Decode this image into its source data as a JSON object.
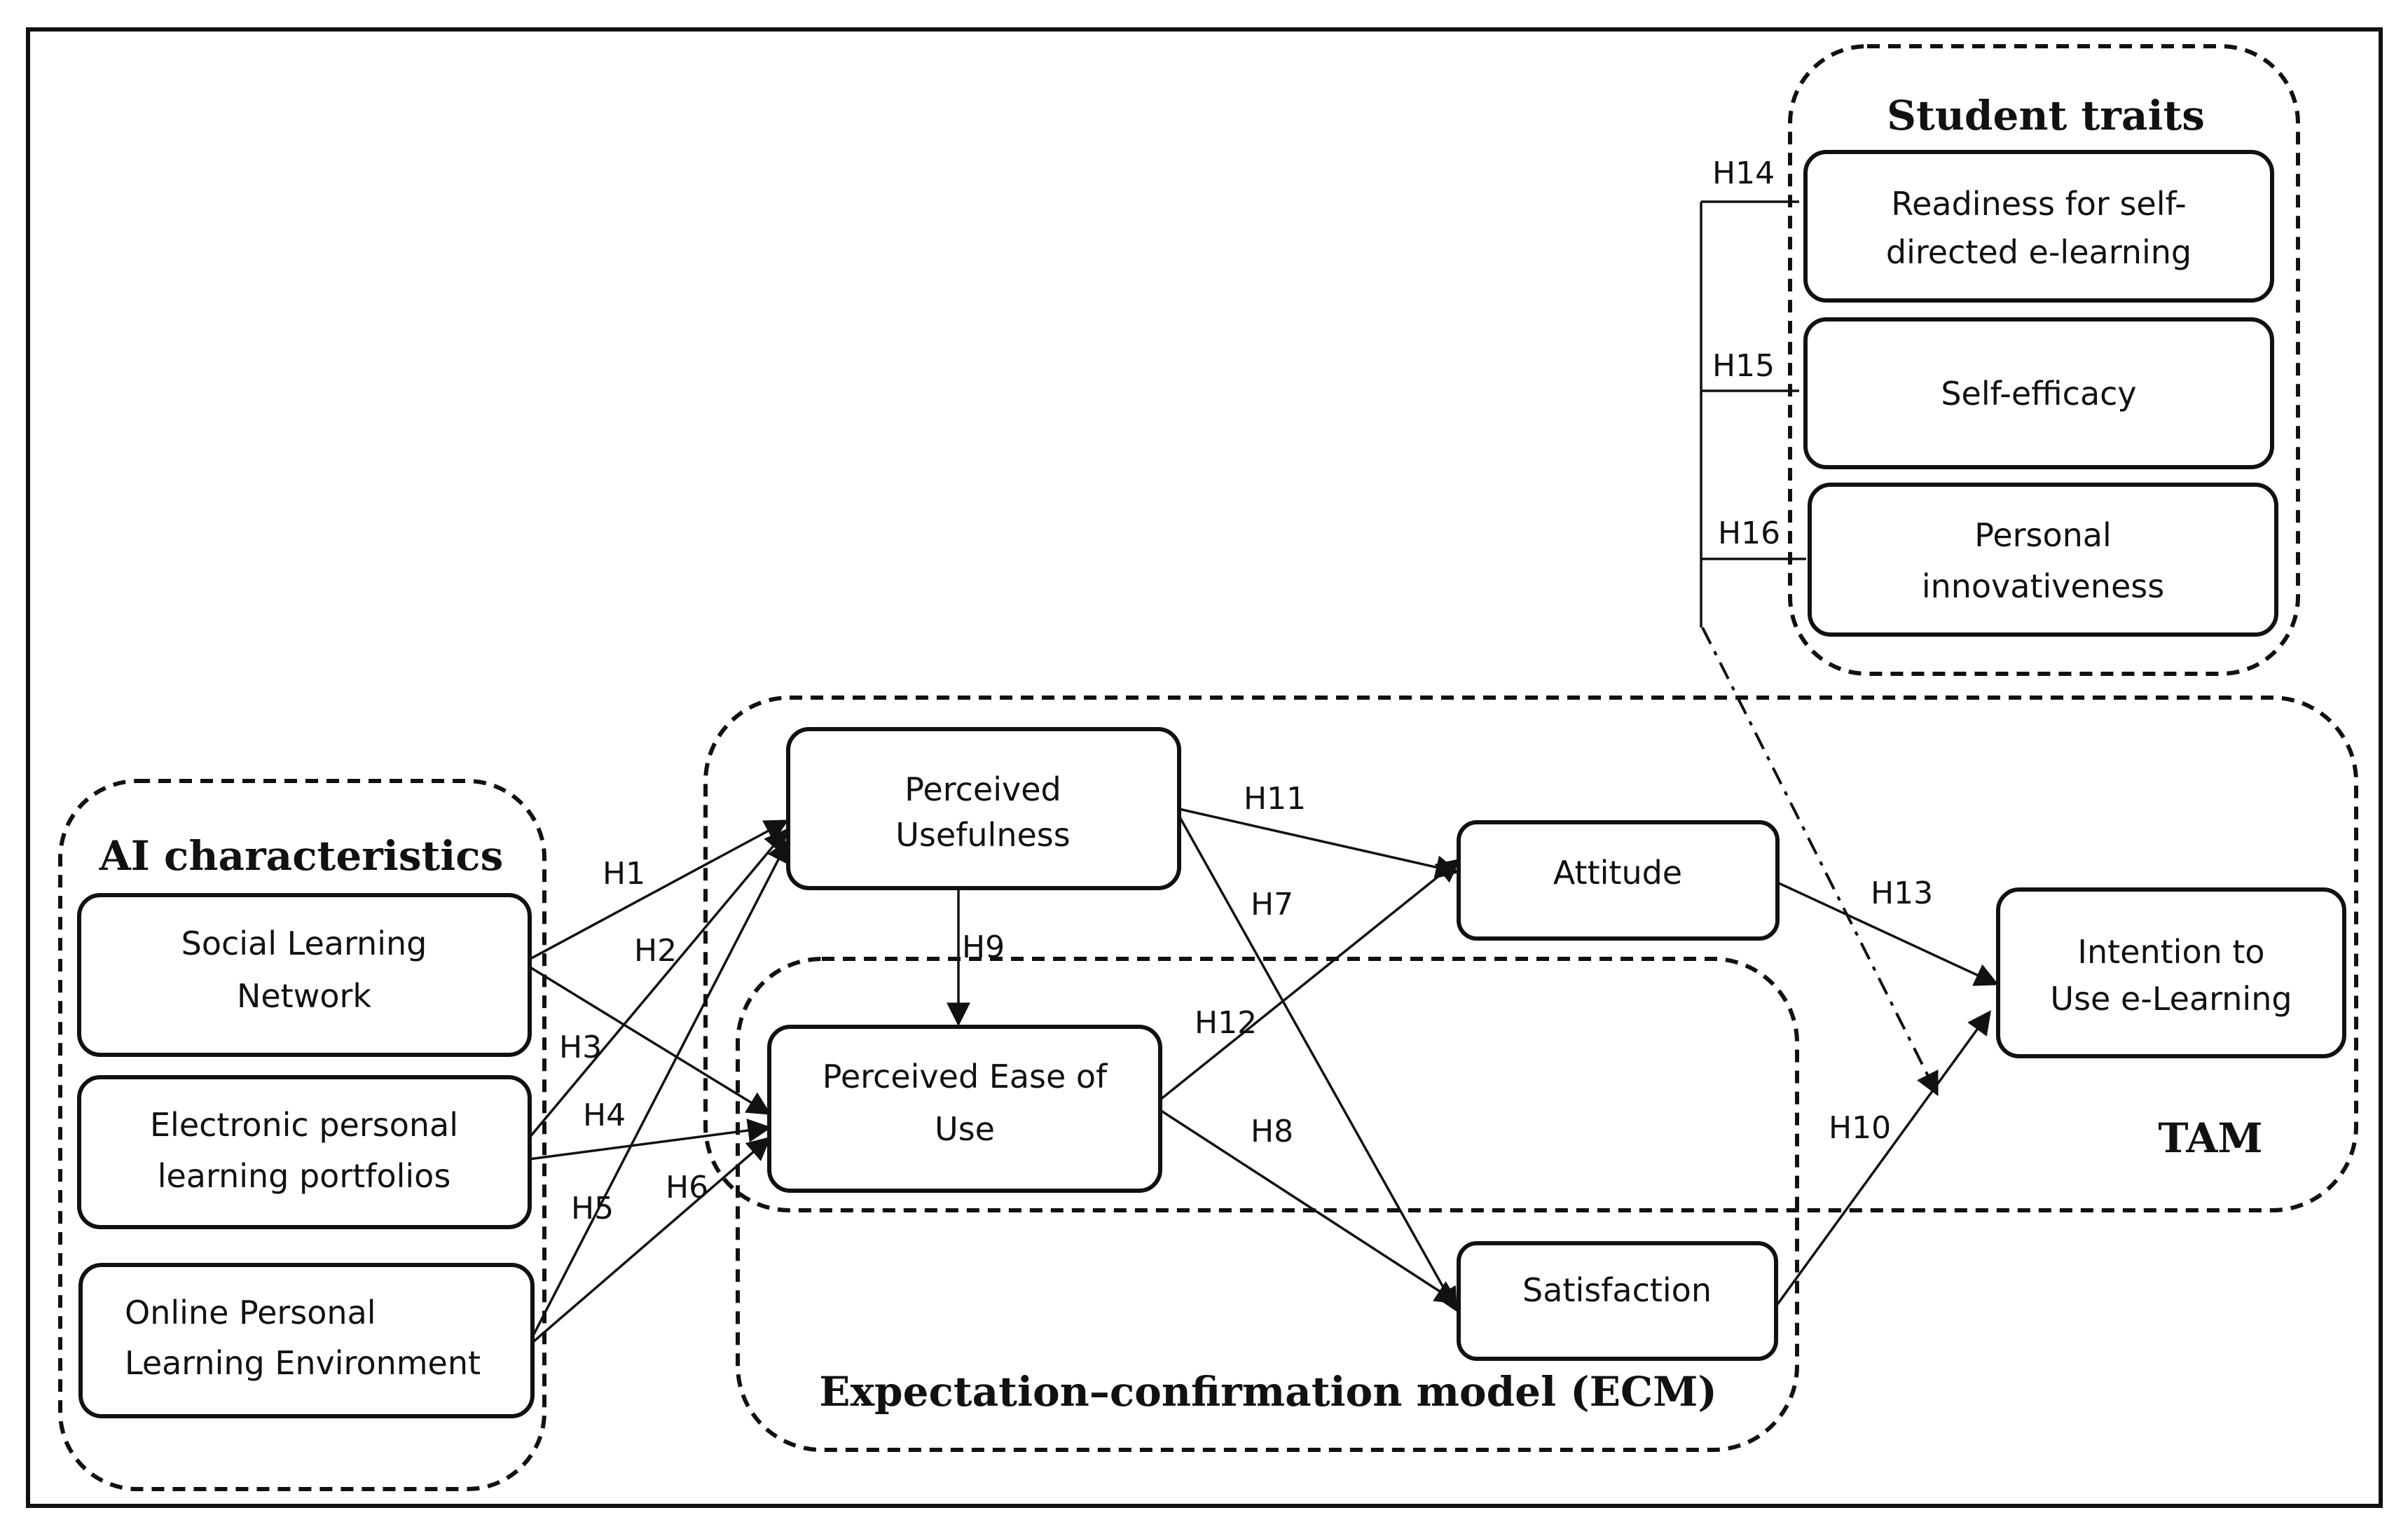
{
  "groups": {
    "ai": "AI characteristics",
    "tam": "TAM",
    "ecm": "Expectation–confirmation model (ECM)",
    "student": "Student traits"
  },
  "constructs": {
    "social_learning": [
      "Social Learning",
      "Network"
    ],
    "eportfolios": [
      "Electronic personal",
      "learning portfolios"
    ],
    "online_ple": [
      "Online Personal",
      "Learning Environment"
    ],
    "perceived_usefulness": [
      "Perceived",
      "Usefulness"
    ],
    "perceived_ease": [
      "Perceived Ease of",
      "Use"
    ],
    "attitude": [
      "Attitude"
    ],
    "satisfaction": [
      "Satisfaction"
    ],
    "intention": [
      "Intention to",
      "Use e-Learning"
    ],
    "readiness": [
      "Readiness for self-",
      "directed e-learning"
    ],
    "self_efficacy": [
      "Self-efficacy"
    ],
    "innovativeness": [
      "Personal",
      "innovativeness"
    ]
  },
  "hypotheses": {
    "h1": "H1",
    "h2": "H2",
    "h3": "H3",
    "h4": "H4",
    "h5": "H5",
    "h6": "H6",
    "h7": "H7",
    "h8": "H8",
    "h9": "H9",
    "h10": "H10",
    "h11": "H11",
    "h12": "H12",
    "h13": "H13",
    "h14": "H14",
    "h15": "H15",
    "h16": "H16"
  },
  "colors": {
    "line": "#111111",
    "background": "#ffffff"
  }
}
